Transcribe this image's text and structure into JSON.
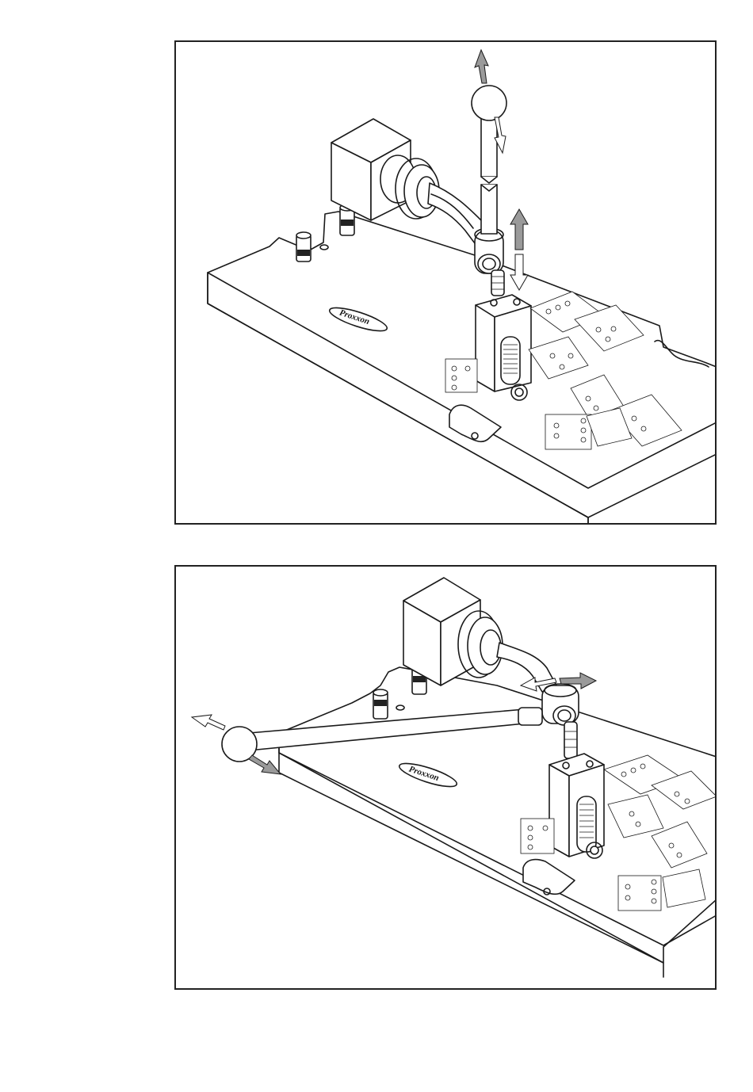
{
  "figures": [
    {
      "id": "top",
      "illustration": "clamp-vertical-adjustment"
    },
    {
      "id": "bottom",
      "illustration": "clamp-horizontal-adjustment"
    }
  ],
  "logo_text": "Proxxon",
  "arrow_colors": {
    "dark": "#9a9a9a",
    "light": "#ffffff",
    "outline": "#1a1a1a"
  }
}
